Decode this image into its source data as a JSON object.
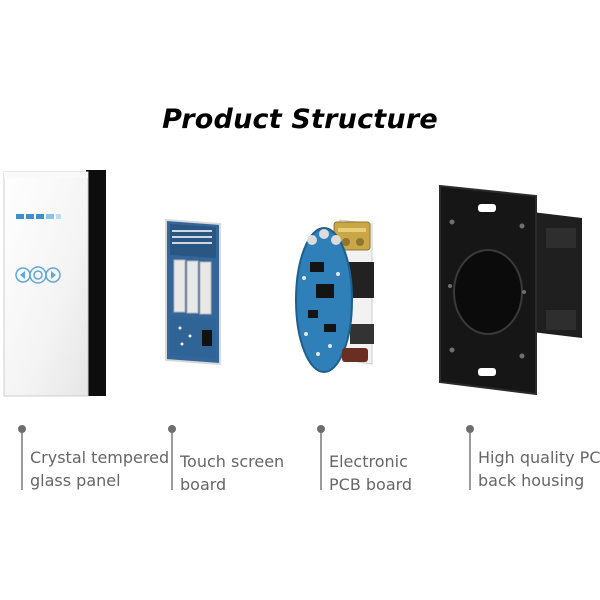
{
  "title": "Product Structure",
  "components": [
    {
      "lines": [
        "Crystal tempered",
        "glass panel"
      ],
      "icon": "glass-panel"
    },
    {
      "lines": [
        "Touch screen",
        "board"
      ],
      "icon": "touch-board"
    },
    {
      "lines": [
        "Electronic",
        "PCB board"
      ],
      "icon": "pcb-board"
    },
    {
      "lines": [
        "High quality PC",
        "back housing"
      ],
      "icon": "back-housing"
    }
  ],
  "colors": {
    "title": "#000000",
    "caption": "#666666",
    "pcb_blue": "#2f7fb8",
    "housing": "#1a1a1a",
    "touch_icon": "#5fa8d8"
  }
}
